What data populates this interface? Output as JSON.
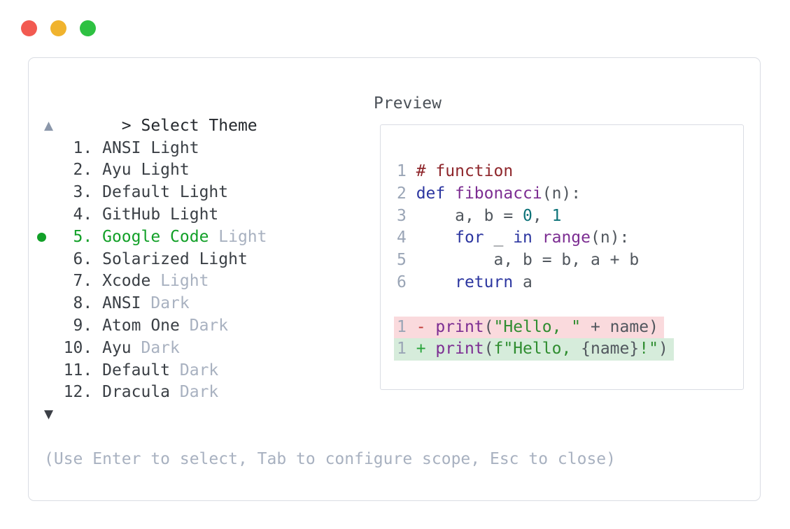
{
  "colors": {
    "tl_red": "#f25a51",
    "tl_yellow": "#f0b32e",
    "tl_green": "#2ec142",
    "panel_border": "#d9dce3",
    "text_header": "#24282d",
    "text_dark": "#3a3f45",
    "text_preview_title": "#4b5158",
    "muted": "#a8b1c0",
    "line_number": "#9aa5b6",
    "scroll_up": "#8b97aa",
    "scroll_down": "#3b3f46",
    "select_green": "#12a028",
    "pln": "#51575e",
    "com": "#8e262b",
    "kwd": "#2c36a0",
    "typ": "#7c2d92",
    "lit": "#0c7278",
    "str": "#2f8d30",
    "dm": "#c13a36",
    "dp": "#27a43a",
    "removed_bg": "#fadadd",
    "added_bg": "#d6ecdb"
  },
  "window": {
    "buttons": [
      "close",
      "minimize",
      "zoom"
    ]
  },
  "theme_picker": {
    "prompt": ">",
    "title": "Select Theme",
    "scroll_up_icon": "▲",
    "scroll_down_icon": "▼",
    "items": [
      {
        "num": "1.",
        "name": "ANSI",
        "variant": "Light",
        "variant_muted": false,
        "selected": false
      },
      {
        "num": "2.",
        "name": "Ayu",
        "variant": "Light",
        "variant_muted": false,
        "selected": false
      },
      {
        "num": "3.",
        "name": "Default",
        "variant": "Light",
        "variant_muted": false,
        "selected": false
      },
      {
        "num": "4.",
        "name": "GitHub",
        "variant": "Light",
        "variant_muted": false,
        "selected": false
      },
      {
        "num": "5.",
        "name": "Google Code",
        "variant": "Light",
        "variant_muted": true,
        "selected": true
      },
      {
        "num": "6.",
        "name": "Solarized",
        "variant": "Light",
        "variant_muted": false,
        "selected": false
      },
      {
        "num": "7.",
        "name": "Xcode",
        "variant": "Light",
        "variant_muted": true,
        "selected": false
      },
      {
        "num": "8.",
        "name": "ANSI",
        "variant": "Dark",
        "variant_muted": true,
        "selected": false
      },
      {
        "num": "9.",
        "name": "Atom One",
        "variant": "Dark",
        "variant_muted": true,
        "selected": false
      },
      {
        "num": "10.",
        "name": "Ayu",
        "variant": "Dark",
        "variant_muted": true,
        "selected": false
      },
      {
        "num": "11.",
        "name": "Default",
        "variant": "Dark",
        "variant_muted": true,
        "selected": false
      },
      {
        "num": "12.",
        "name": "Dracula",
        "variant": "Dark",
        "variant_muted": true,
        "selected": false
      }
    ],
    "hint": "(Use Enter to select, Tab to configure scope, Esc to close)"
  },
  "preview": {
    "title": "Preview",
    "code_lines": [
      {
        "num": "1",
        "tokens": [
          [
            "com",
            "# function"
          ]
        ]
      },
      {
        "num": "2",
        "tokens": [
          [
            "kwd",
            "def"
          ],
          [
            "pln",
            " "
          ],
          [
            "typ",
            "fibonacci"
          ],
          [
            "pln",
            "(n):"
          ]
        ]
      },
      {
        "num": "3",
        "tokens": [
          [
            "pln",
            "    a, b = "
          ],
          [
            "lit",
            "0"
          ],
          [
            "pln",
            ", "
          ],
          [
            "lit",
            "1"
          ]
        ]
      },
      {
        "num": "4",
        "tokens": [
          [
            "pln",
            "    "
          ],
          [
            "kwd",
            "for"
          ],
          [
            "pln",
            " _ "
          ],
          [
            "kwd",
            "in"
          ],
          [
            "pln",
            " "
          ],
          [
            "typ",
            "range"
          ],
          [
            "pln",
            "(n):"
          ]
        ]
      },
      {
        "num": "5",
        "tokens": [
          [
            "pln",
            "        a, b = b, a + b"
          ]
        ]
      },
      {
        "num": "6",
        "tokens": [
          [
            "pln",
            "    "
          ],
          [
            "kwd",
            "return"
          ],
          [
            "pln",
            " a"
          ]
        ]
      },
      {
        "num": "",
        "tokens": []
      }
    ],
    "diff_lines": [
      {
        "num": "1",
        "kind": "removed",
        "tokens": [
          [
            "dm",
            "- "
          ],
          [
            "typ",
            "print"
          ],
          [
            "pln",
            "("
          ],
          [
            "str",
            "\"Hello, \""
          ],
          [
            "pln",
            " + name)"
          ]
        ]
      },
      {
        "num": "1",
        "kind": "added",
        "tokens": [
          [
            "dp",
            "+ "
          ],
          [
            "typ",
            "print"
          ],
          [
            "pln",
            "("
          ],
          [
            "str",
            "f\"Hello, "
          ],
          [
            "pln",
            "{name}"
          ],
          [
            "str",
            "!\""
          ],
          [
            "pln",
            ")"
          ]
        ]
      }
    ]
  }
}
